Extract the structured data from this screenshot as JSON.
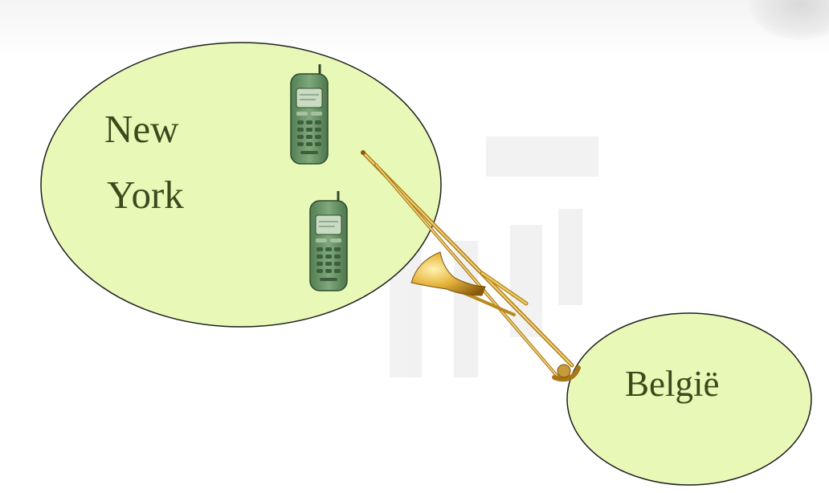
{
  "diagram": {
    "regions": [
      {
        "id": "new-york",
        "label_lines": [
          "New",
          "York"
        ],
        "fill": "#e8f8b7",
        "stroke": "#1f1f1f"
      },
      {
        "id": "belgie",
        "label_lines": [
          "België"
        ],
        "fill": "#e8f8b7",
        "stroke": "#1f1f1f"
      }
    ],
    "icons": [
      "mobile-phone-icon",
      "mobile-phone-icon",
      "trombone-icon"
    ],
    "colors": {
      "region_fill": "#e8f8b7",
      "phone_body": "#6f9a6c",
      "phone_screen": "#c9dcc3",
      "trombone_brass": "#d9a62a",
      "text": "#3a4a1c"
    }
  }
}
